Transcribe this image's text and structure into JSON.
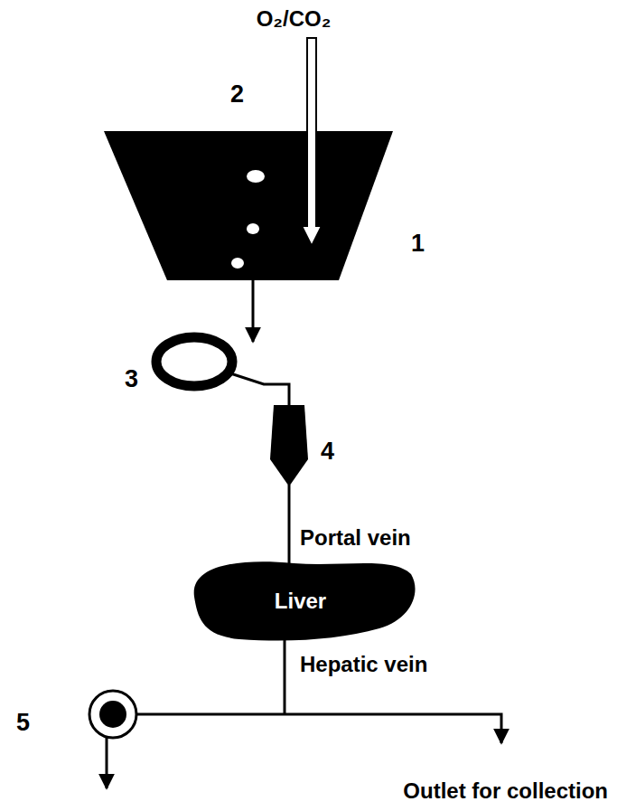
{
  "diagram": {
    "nodes": [
      {
        "text": [
          "Liver"
        ]
      }
    ],
    "edges": [],
    "labels": [
      "O₂/CO₂",
      "2",
      "1",
      "3",
      "4",
      "Portal vein",
      "Hepatic vein",
      "5",
      "Outlet for collection"
    ]
  }
}
